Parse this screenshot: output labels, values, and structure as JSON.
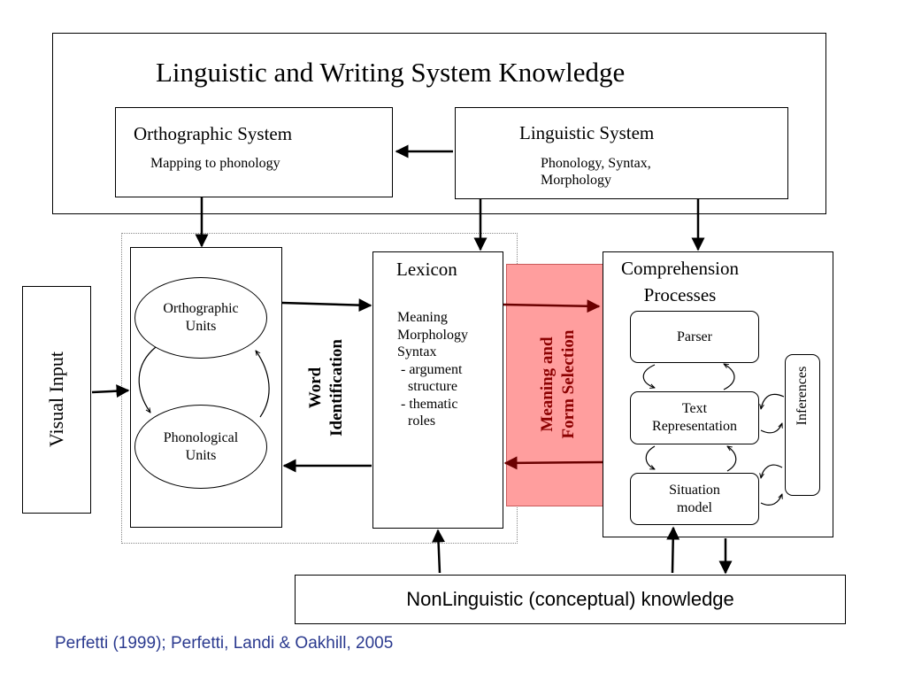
{
  "knowledge_box": {
    "title": "Linguistic and Writing System Knowledge",
    "orthographic_system": {
      "title": "Orthographic System",
      "subtitle": "Mapping to phonology"
    },
    "linguistic_system": {
      "title": "Linguistic System",
      "subtitle": "Phonology, Syntax,\nMorphology"
    }
  },
  "visual_input": "Visual Input",
  "units": {
    "orthographic": "Orthographic\nUnits",
    "phonological": "Phonological\nUnits"
  },
  "word_identification": "Word\nIdentification",
  "lexicon": {
    "title": "Lexicon",
    "items": "Meaning\nMorphology\nSyntax\n - argument\n   structure\n - thematic\n   roles"
  },
  "meaning_form_selection": "Meaning and\nForm Selection",
  "comprehension": {
    "title": "Comprehension\nProcesses",
    "parser": "Parser",
    "text_representation": "Text\nRepresentation",
    "situation_model": "Situation\nmodel",
    "inferences": "Inferences"
  },
  "nonlinguistic": "NonLinguistic (conceptual) knowledge",
  "citation": "Perfetti (1999); Perfetti, Landi & Oakhill, 2005",
  "colors": {
    "highlight_fill": "#ff9e9e",
    "highlight_border": "#c85a5a",
    "citation_text": "#2b3a8f",
    "arrow_dark": "#8b0000"
  }
}
